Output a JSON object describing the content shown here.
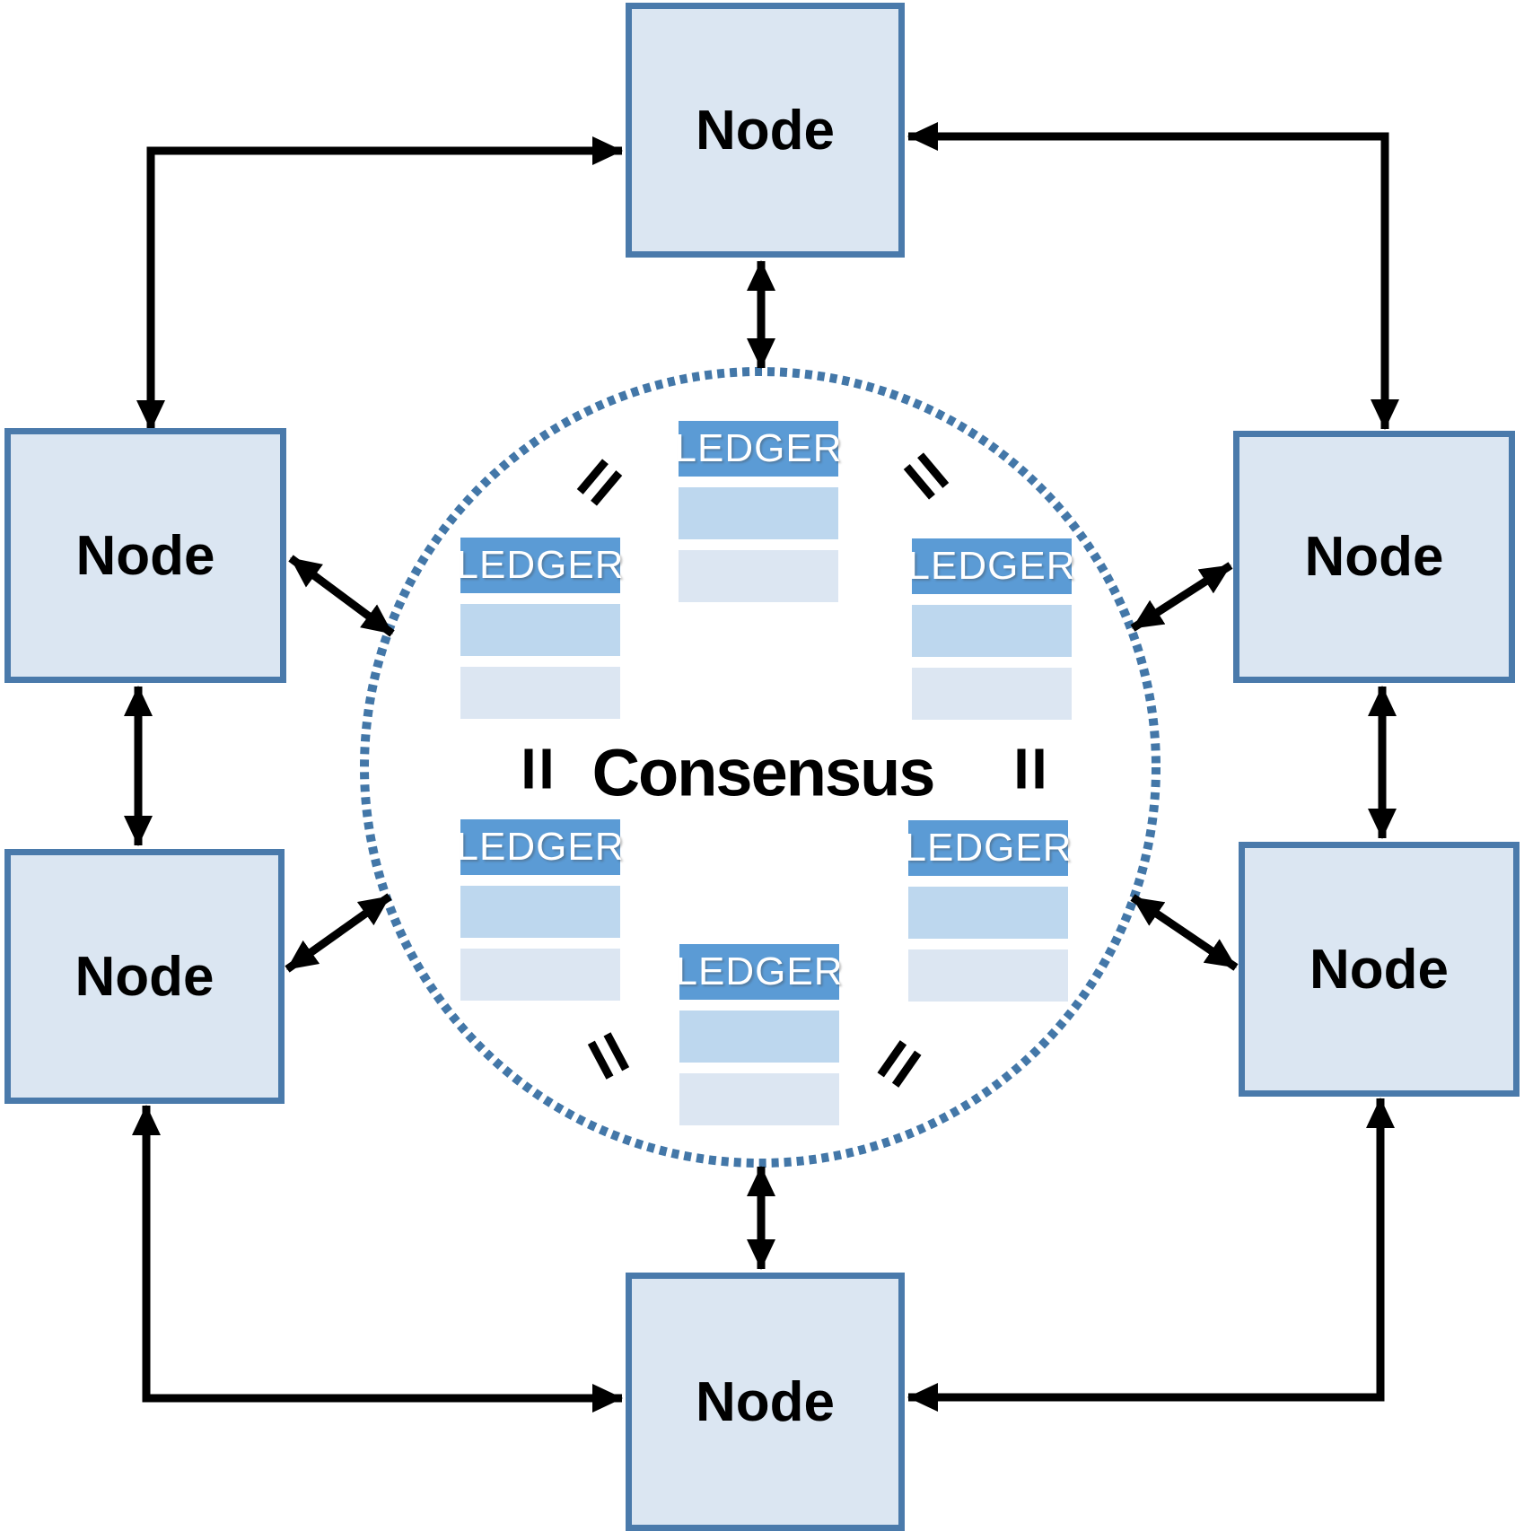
{
  "diagram": {
    "center_label": "Consensus",
    "nodes": [
      {
        "position": "top",
        "label": "Node"
      },
      {
        "position": "upper-left",
        "label": "Node"
      },
      {
        "position": "upper-right",
        "label": "Node"
      },
      {
        "position": "lower-left",
        "label": "Node"
      },
      {
        "position": "lower-right",
        "label": "Node"
      },
      {
        "position": "bottom",
        "label": "Node"
      }
    ],
    "ledgers": [
      {
        "position": "top",
        "label": "LEDGER"
      },
      {
        "position": "upper-left",
        "label": "LEDGER"
      },
      {
        "position": "upper-right",
        "label": "LEDGER"
      },
      {
        "position": "lower-left",
        "label": "LEDGER"
      },
      {
        "position": "lower-right",
        "label": "LEDGER"
      },
      {
        "position": "bottom",
        "label": "LEDGER"
      }
    ],
    "equality_marks": {
      "symbol": "=",
      "positions": [
        "top-left",
        "top-right",
        "middle-left",
        "middle-right",
        "bottom-left",
        "bottom-right"
      ]
    },
    "connections": {
      "node_to_node": "double-headed right-angle arrows between adjacent outer nodes",
      "node_to_ring": "double-headed arrows between each node and the consensus ring"
    },
    "colors": {
      "node_fill": "#dbe6f2",
      "node_border": "#4a7aab",
      "ledger_header_fill": "#5b9bd5",
      "ledger_header_text": "#ffffff",
      "ledger_row_primary": "#bdd7ee",
      "ledger_row_secondary": "#dce6f2",
      "consensus_ring_dots": "#4377a8",
      "arrows": "#000000",
      "background": "#ffffff"
    }
  }
}
